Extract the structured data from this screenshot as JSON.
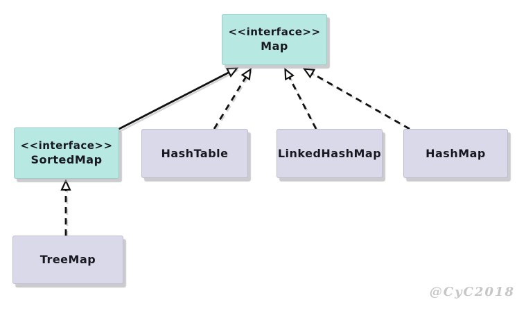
{
  "diagram": {
    "kind": "uml-class-diagram",
    "watermark": "@CyC2018",
    "colors": {
      "interface_fill": "#b7e8e2",
      "class_fill": "#d9d9e9",
      "line": "#111111",
      "line_shadow": "#d0d0d0",
      "box_shadow": "#b4b4b8",
      "watermark": "#c6c6c6",
      "background": "#ffffff"
    },
    "nodes": [
      {
        "id": "map",
        "kind": "interface",
        "stereotype": "<<interface>>",
        "name": "Map"
      },
      {
        "id": "sortedmap",
        "kind": "interface",
        "stereotype": "<<interface>>",
        "name": "SortedMap"
      },
      {
        "id": "hashtable",
        "kind": "class",
        "name": "HashTable"
      },
      {
        "id": "linkedhashmap",
        "kind": "class",
        "name": "LinkedHashMap"
      },
      {
        "id": "hashmap",
        "kind": "class",
        "name": "HashMap"
      },
      {
        "id": "treemap",
        "kind": "class",
        "name": "TreeMap"
      }
    ],
    "edges": [
      {
        "from": "SortedMap",
        "to": "Map",
        "type": "generalization",
        "style": "solid",
        "arrowhead": "open-triangle"
      },
      {
        "from": "HashTable",
        "to": "Map",
        "type": "realization",
        "style": "dashed",
        "arrowhead": "open-triangle"
      },
      {
        "from": "LinkedHashMap",
        "to": "Map",
        "type": "realization",
        "style": "dashed",
        "arrowhead": "open-triangle"
      },
      {
        "from": "HashMap",
        "to": "Map",
        "type": "realization",
        "style": "dashed",
        "arrowhead": "open-triangle"
      },
      {
        "from": "TreeMap",
        "to": "SortedMap",
        "type": "realization",
        "style": "dashed",
        "arrowhead": "open-triangle"
      }
    ]
  }
}
